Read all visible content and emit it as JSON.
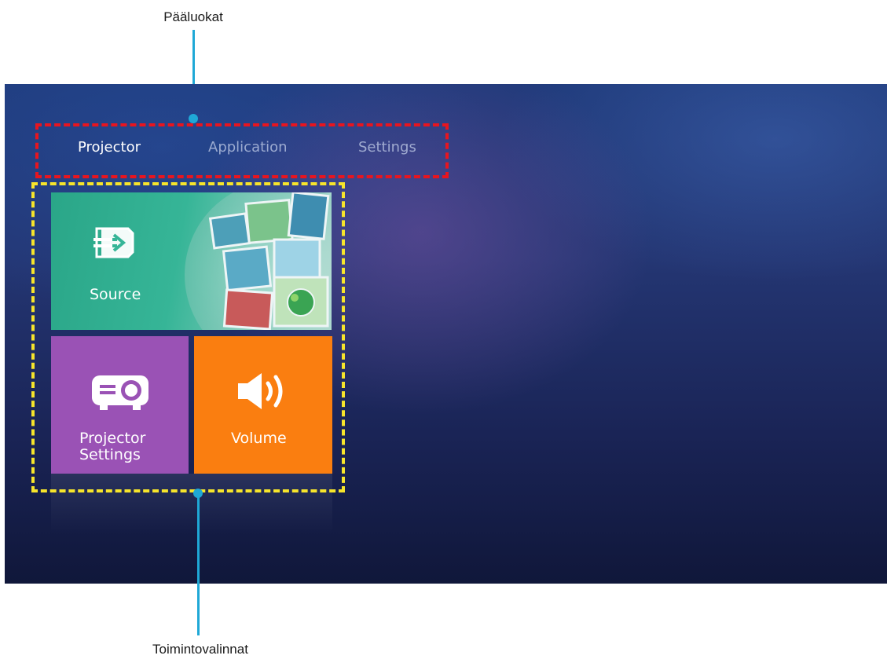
{
  "annotations": {
    "main_categories": "Pääluokat",
    "function_options": "Toimintovalinnat",
    "categories_box_color": "#e8151f",
    "functions_box_color": "#f7e52b",
    "leader_color": "#1fa8d6"
  },
  "tabs": [
    {
      "label": "Projector",
      "active": true
    },
    {
      "label": "Application",
      "active": false
    },
    {
      "label": "Settings",
      "active": false
    }
  ],
  "tiles": {
    "source": {
      "label": "Source",
      "color": "#36b597",
      "icon": "source-input-icon"
    },
    "projector_settings": {
      "label_line1": "Projector",
      "label_line2": "Settings",
      "color": "#9a52b5",
      "icon": "projector-icon"
    },
    "volume": {
      "label": "Volume",
      "color": "#fa7e10",
      "icon": "speaker-volume-icon"
    }
  }
}
